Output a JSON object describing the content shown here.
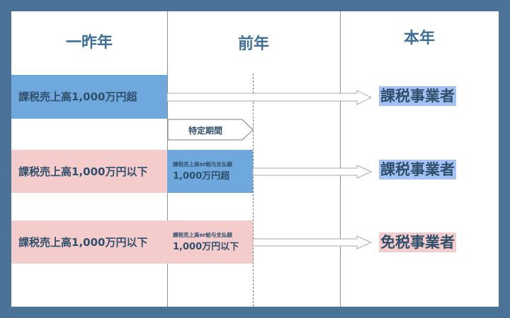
{
  "columns": {
    "two_years_ago": "一昨年",
    "last_year": "前年",
    "this_year": "本年"
  },
  "rows": [
    {
      "left_label": "課税売上高1,000万円超",
      "left_color": "#6fa8dc",
      "result": "課税事業者"
    },
    {
      "left_label": "課税売上高1,000万円以下",
      "left_color": "#f4cccc",
      "mid_small": "課税売上高or給与支払額",
      "mid_main": "1,000万円超",
      "mid_color": "#6fa8dc",
      "result": "課税事業者"
    },
    {
      "left_label": "課税売上高1,000万円以下",
      "left_color": "#f4cccc",
      "mid_small": "課税売上高or給与支払額",
      "mid_main": "1,000万円以下",
      "mid_color": "#f4cccc",
      "result": "免税事業者"
    }
  ],
  "special_period": "特定期間",
  "colors": {
    "frame": "#4a7397",
    "heading": "#3d6f9a",
    "text": "#2f4f6b"
  }
}
